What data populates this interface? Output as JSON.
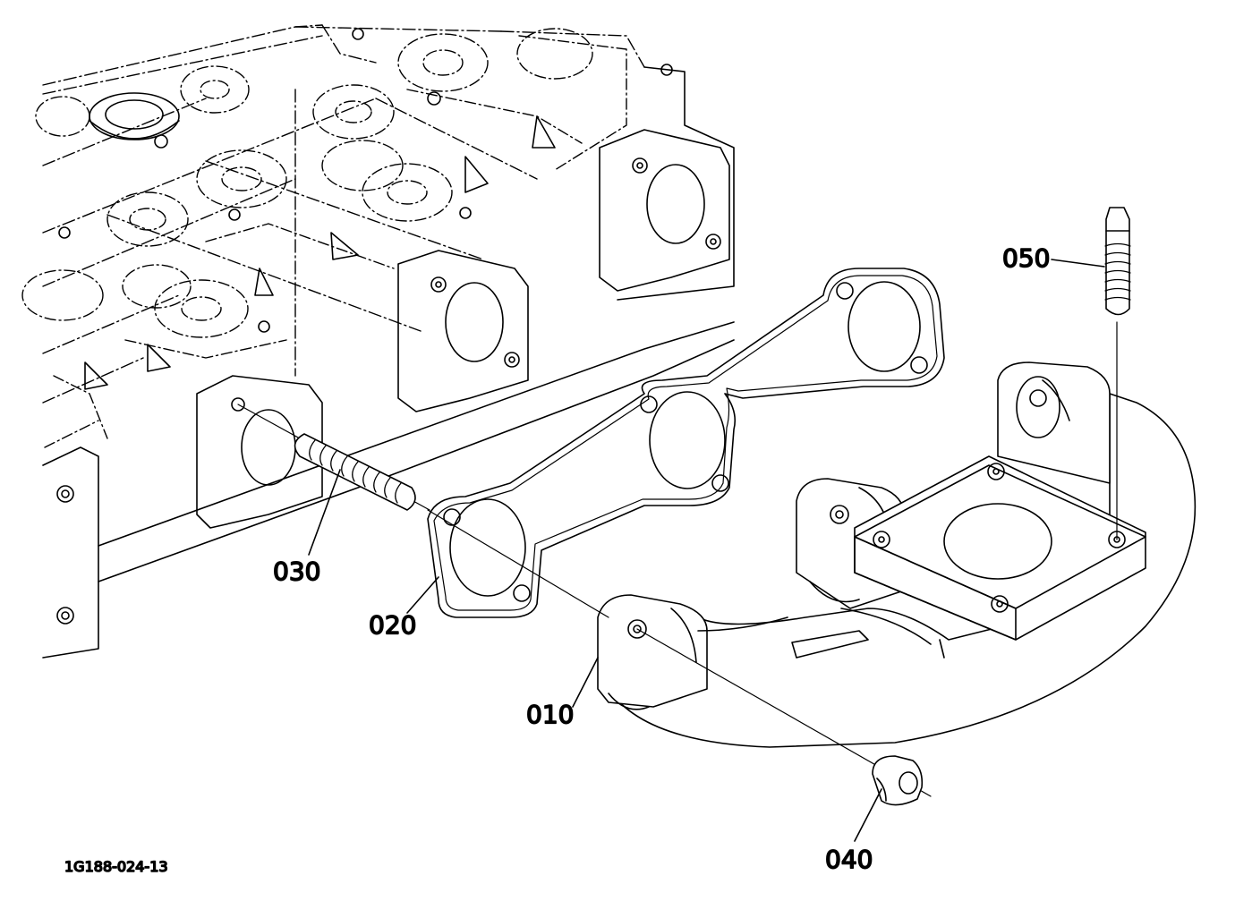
{
  "diagram": {
    "drawing_number": "1G188-024-13",
    "callouts": [
      {
        "id": "010",
        "part": "exhaust-manifold"
      },
      {
        "id": "020",
        "part": "gasket"
      },
      {
        "id": "030",
        "part": "stud"
      },
      {
        "id": "040",
        "part": "flange-nut"
      },
      {
        "id": "050",
        "part": "stud"
      }
    ]
  }
}
